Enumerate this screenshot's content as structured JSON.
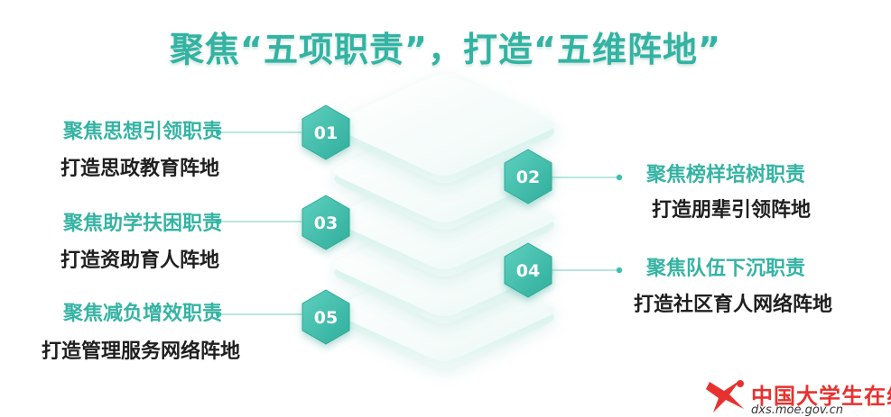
{
  "title": "聚焦“五项职责”，打造“五维阵地”",
  "items": [
    {
      "num": "01",
      "head": "聚焦思想引领职责",
      "sub": "打造思政教育阵地"
    },
    {
      "num": "02",
      "head": "聚焦榜样培树职责",
      "sub": "打造朋辈引领阵地"
    },
    {
      "num": "03",
      "head": "聚焦助学扶困职责",
      "sub": "打造资助育人阵地"
    },
    {
      "num": "04",
      "head": "聚焦队伍下沉职责",
      "sub": "打造社区育人网络阵地"
    },
    {
      "num": "05",
      "head": "聚焦减负增效职责",
      "sub": "打造管理服务网络阵地"
    }
  ],
  "brand": {
    "name": "中国大学生在线",
    "url": "dxs.moe.gov.cn"
  },
  "colors": {
    "accent": "#35b3a3",
    "badge": "#3fbfad",
    "text": "#1f1f1f",
    "brand": "#e8312f"
  }
}
